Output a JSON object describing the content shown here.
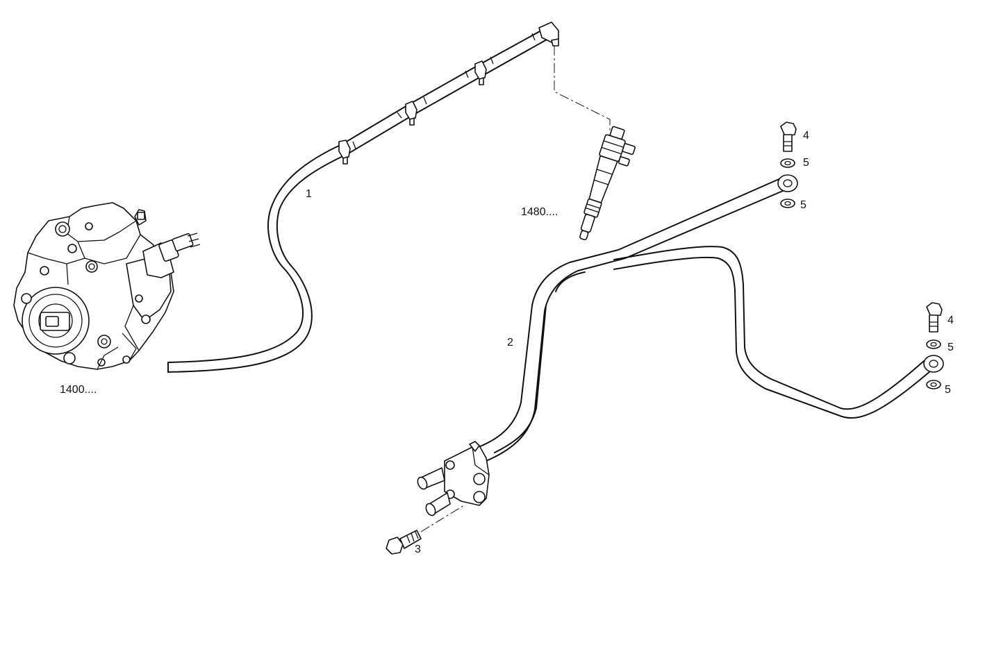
{
  "labels": {
    "pump": "1400....",
    "injector": "1480....",
    "pipe_1": "1",
    "pipe_2": "2",
    "screw_3": "3",
    "bolt_4_upper": "4",
    "washer_5_upper_a": "5",
    "washer_5_upper_b": "5",
    "bolt_4_lower": "4",
    "washer_5_lower_a": "5",
    "washer_5_lower_b": "5"
  },
  "colors": {
    "line": "#111111",
    "background": "#ffffff"
  }
}
